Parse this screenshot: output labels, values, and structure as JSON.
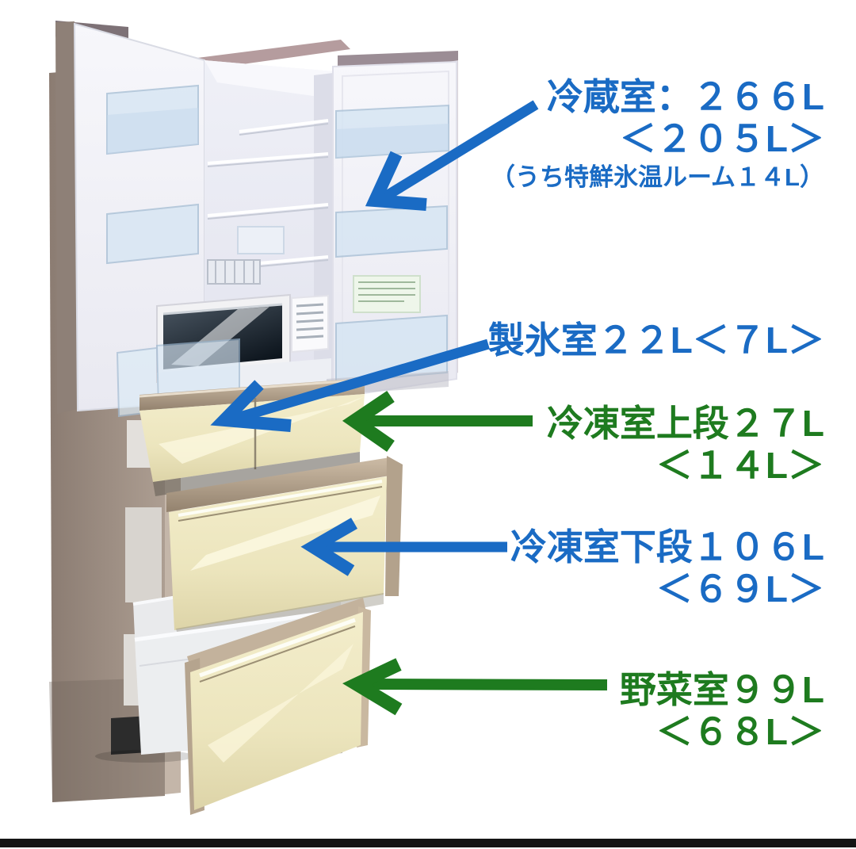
{
  "image": {
    "type": "annotated-product-photo",
    "subject": "Japanese multi-door refrigerator, doors open and drawers pulled out, with compartment capacity callouts",
    "background": "#ffffff",
    "bottom_border_color": "#141414"
  },
  "colors": {
    "arrow_blue": "#1a6bc4",
    "arrow_green": "#1e7b1f",
    "text_blue": "#1a6bc4",
    "text_green": "#1e7b1f",
    "cabinet_taupe": "#a3948a",
    "drawer_cream": "#ece5bd",
    "drawer_trim_bronze": "#ab9a84"
  },
  "annotations": [
    {
      "id": "refrigerator-compartment",
      "color_name": "blue",
      "capacity_l": 266,
      "capacity_alt_l": 205,
      "note_capacity_l": 14,
      "lines": [
        "冷蔵室：２６６L",
        "＜２０５L＞",
        "（うち特鮮氷温ルーム１４L）"
      ]
    },
    {
      "id": "ice-making-room",
      "color_name": "blue",
      "capacity_l": 22,
      "capacity_alt_l": 7,
      "lines": [
        "製氷室２２L＜７L＞"
      ]
    },
    {
      "id": "upper-freezer",
      "color_name": "green",
      "capacity_l": 27,
      "capacity_alt_l": 14,
      "lines": [
        "冷凍室上段２７L",
        "＜１４L＞"
      ]
    },
    {
      "id": "lower-freezer",
      "color_name": "blue",
      "capacity_l": 106,
      "capacity_alt_l": 69,
      "lines": [
        "冷凍室下段１０６L",
        "＜６９L＞"
      ]
    },
    {
      "id": "vegetable-room",
      "color_name": "green",
      "capacity_l": 99,
      "capacity_alt_l": 68,
      "lines": [
        "野菜室９９L",
        "＜６８L＞"
      ]
    }
  ]
}
